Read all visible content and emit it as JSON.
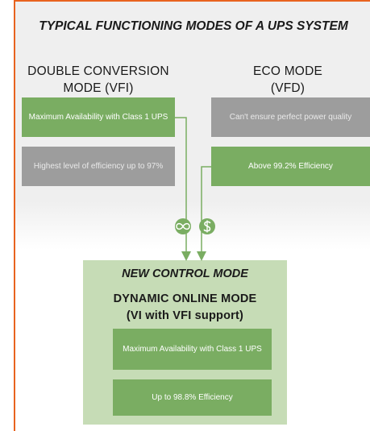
{
  "title": "TYPICAL FUNCTIONING MODES OF A UPS SYSTEM",
  "left_column": {
    "heading_line1": "DOUBLE CONVERSION",
    "heading_line2": "MODE (VFI)",
    "boxes": [
      "Maximum Availability with Class 1 UPS",
      "Highest level of efficiency up to 97%"
    ]
  },
  "right_column": {
    "heading_line1": "ECO MODE",
    "heading_line2": "(VFD)",
    "boxes": [
      "Can't ensure perfect power quality",
      "Above 99.2% Efficiency"
    ]
  },
  "icons": [
    "infinity-icon",
    "dollar-icon"
  ],
  "new_mode": {
    "title": "NEW CONTROL MODE",
    "name_line1": "DYNAMIC ONLINE MODE",
    "name_line2": "(VI with VFI support)",
    "boxes": [
      "Maximum Availability with Class 1 UPS",
      "Up to 98.8% Efficiency"
    ]
  },
  "colors": {
    "accent": "#e8631f",
    "green": "#7aad62",
    "grey": "#9d9d9d",
    "light_green": "#c6dcb6",
    "panel": "#efefef"
  }
}
